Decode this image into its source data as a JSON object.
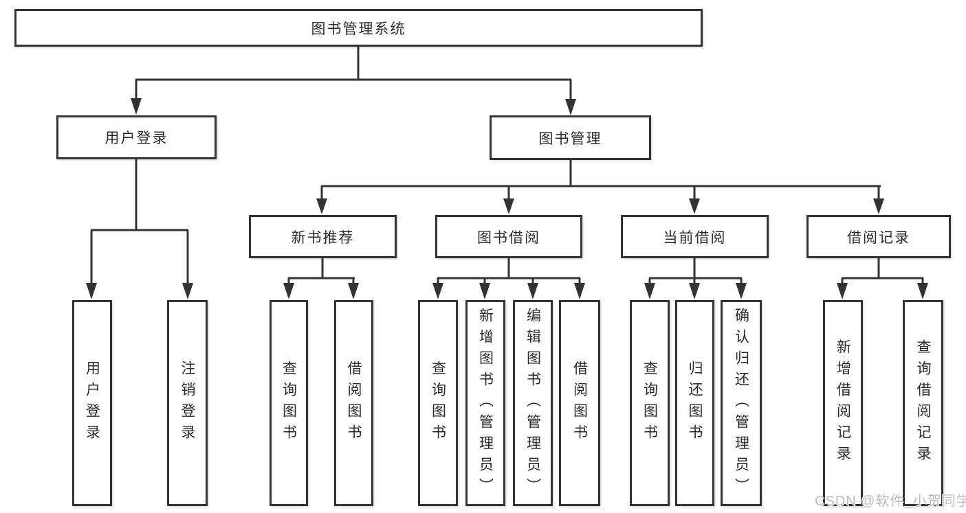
{
  "diagram": {
    "title": "图书管理系统",
    "branches": [
      {
        "label": "用户登录",
        "children": [
          {
            "label": "用户登录"
          },
          {
            "label": "注销登录"
          }
        ]
      },
      {
        "label": "图书管理",
        "children": [
          {
            "label": "新书推荐",
            "children": [
              {
                "label": "查询图书"
              },
              {
                "label": "借阅图书"
              }
            ]
          },
          {
            "label": "图书借阅",
            "children": [
              {
                "label": "查询图书"
              },
              {
                "label": "新增图书（管理员）"
              },
              {
                "label": "编辑图书（管理员）"
              },
              {
                "label": "借阅图书"
              }
            ]
          },
          {
            "label": "当前借阅",
            "children": [
              {
                "label": "查询图书"
              },
              {
                "label": "归还图书"
              },
              {
                "label": "确认归还（管理员）"
              }
            ]
          },
          {
            "label": "借阅记录",
            "children": [
              {
                "label": "新增借阅记录"
              },
              {
                "label": "查询借阅记录"
              }
            ]
          }
        ]
      }
    ]
  },
  "watermark": {
    "text": "CSDN @软件_小贺同学"
  },
  "colors": {
    "line": "#333333",
    "box_border": "#333333",
    "box_fill": "#ffffff",
    "text": "#2b2b2b",
    "watermark": "#bdbdbd"
  }
}
